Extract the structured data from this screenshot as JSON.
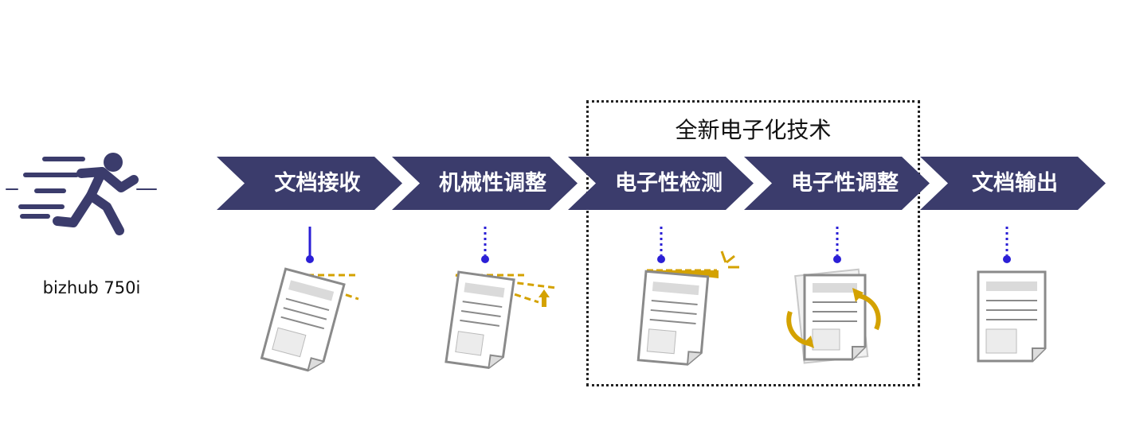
{
  "model": {
    "name": "bizhub 750i"
  },
  "group": {
    "title": "全新电子化技术"
  },
  "steps": [
    {
      "label": "文档接收"
    },
    {
      "label": "机械性调整"
    },
    {
      "label": "电子性检测"
    },
    {
      "label": "电子性调整"
    },
    {
      "label": "文档输出"
    }
  ],
  "colors": {
    "chevron": "#3b3c6c",
    "connector": "#2b1fd6",
    "accent": "#d4a200",
    "paper": "#888888"
  },
  "icons": [
    "running-person-icon",
    "skewed-document-icon",
    "document-corrected-icon",
    "skew-detection-icon",
    "rotation-document-icon",
    "output-document-icon"
  ]
}
